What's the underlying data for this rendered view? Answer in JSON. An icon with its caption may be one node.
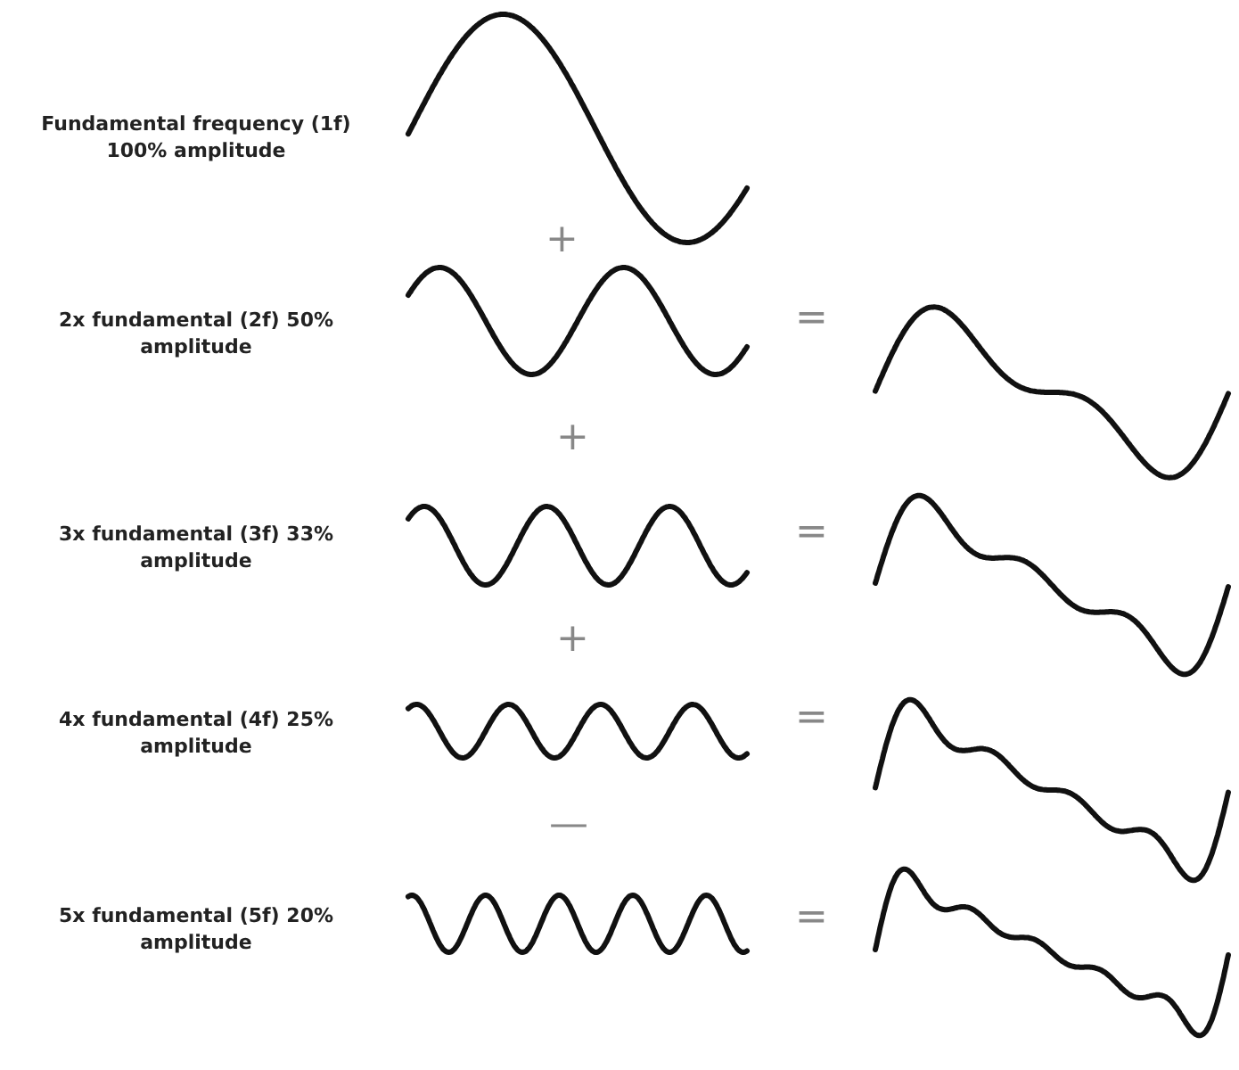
{
  "diagram": {
    "labels": [
      "Fundamental frequency (1f) 100% amplitude",
      "+",
      "2x fundamental (2f) 50% amplitude",
      "=",
      "+",
      "3x fundamental (3f) 33% amplitude",
      "=",
      "+",
      "4x fundamental (4f) 25% amplitude",
      "=",
      "—",
      "5x fundamental (5f) 20% amplitude",
      "="
    ]
  }
}
